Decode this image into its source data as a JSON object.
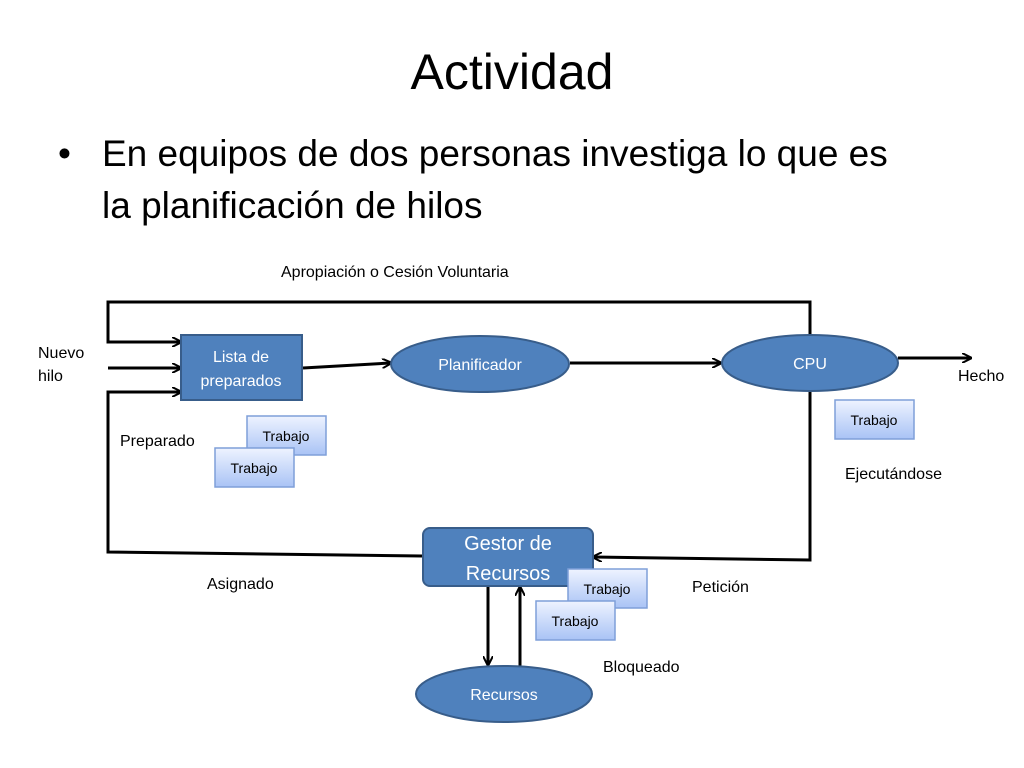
{
  "slide": {
    "title": "Actividad",
    "bullet_marker": "•",
    "bullet_lines": [
      "En equipos de dos personas investiga lo que es",
      "la planificación de hilos"
    ]
  },
  "diagram": {
    "top_loop_label": "Apropiación o Cesión Voluntaria",
    "new_thread_label_1": "Nuevo",
    "new_thread_label_2": "hilo",
    "ready_list_line_1": "Lista de",
    "ready_list_line_2": "preparados",
    "scheduler": "Planificador",
    "cpu": "CPU",
    "done_label": "Hecho",
    "ready_state": "Preparado",
    "running_state": "Ejecutándose",
    "resource_manager_line_1": "Gestor de",
    "resource_manager_line_2": "Recursos",
    "assigned_label": "Asignado",
    "request_label": "Petición",
    "blocked_label": "Bloqueado",
    "resources": "Recursos",
    "job_label": "Trabajo"
  },
  "colors": {
    "node_fill": "#4f81bd",
    "node_stroke": "#385d8a",
    "job_fill_top": "#e6eeff",
    "job_fill_bottom": "#a9c3f5",
    "job_stroke": "#7f9fd9",
    "line": "#000000"
  }
}
